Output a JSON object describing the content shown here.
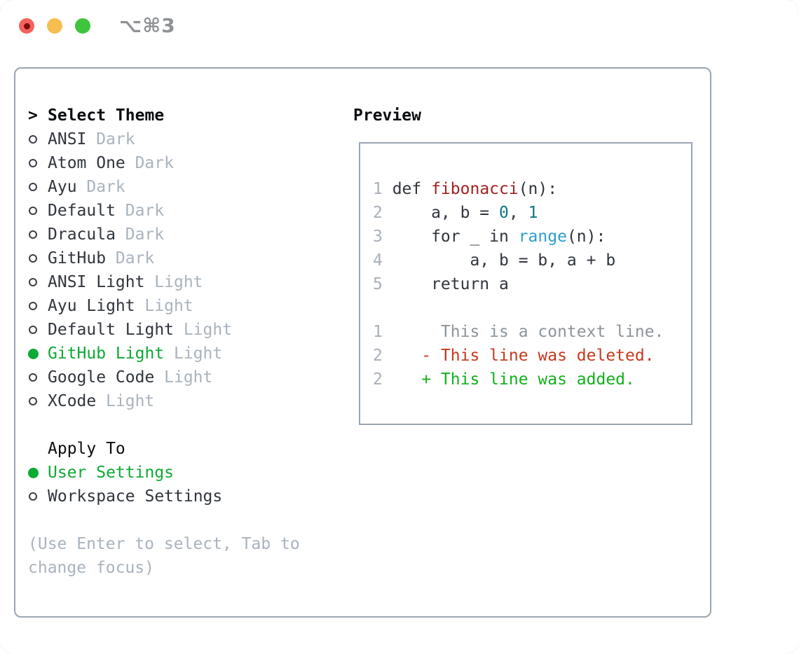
{
  "colors": {
    "accent-green": "#0caa33",
    "added-green": "#12b11b",
    "deleted-red": "#c43a1d",
    "func-red": "#a32122",
    "number-teal": "#0d7680",
    "builtin-blue": "#2a9fcd",
    "text-dark": "#30353c",
    "text-header": "#0b0d10",
    "muted-gray": "#a9b3be",
    "context-gray": "#8d949c",
    "line-number-gray": "#a7b0bb",
    "panel-border": "#9aa5b1",
    "traffic-red": "#f4615b",
    "traffic-red-dot": "#7b0f08",
    "traffic-yellow": "#f6bd4f",
    "traffic-green": "#3ec43d",
    "shortcut-gray": "#8f9296"
  },
  "titlebar": {
    "shortcut": "⌥⌘3"
  },
  "theme_menu": {
    "title_prefix": ">",
    "title": "Select Theme",
    "items": [
      {
        "name": "ANSI",
        "variant": "Dark",
        "selected": false
      },
      {
        "name": "Atom One",
        "variant": "Dark",
        "selected": false
      },
      {
        "name": "Ayu",
        "variant": "Dark",
        "selected": false
      },
      {
        "name": "Default",
        "variant": "Dark",
        "selected": false
      },
      {
        "name": "Dracula",
        "variant": "Dark",
        "selected": false
      },
      {
        "name": "GitHub",
        "variant": "Dark",
        "selected": false
      },
      {
        "name": "ANSI Light",
        "variant": "Light",
        "selected": false
      },
      {
        "name": "Ayu Light",
        "variant": "Light",
        "selected": false
      },
      {
        "name": "Default Light",
        "variant": "Light",
        "selected": false
      },
      {
        "name": "GitHub Light",
        "variant": "Light",
        "selected": true
      },
      {
        "name": "Google Code",
        "variant": "Light",
        "selected": false
      },
      {
        "name": "XCode",
        "variant": "Light",
        "selected": false
      }
    ]
  },
  "apply_to": {
    "title": "Apply To",
    "options": [
      {
        "label": "User Settings",
        "selected": true
      },
      {
        "label": "Workspace Settings",
        "selected": false
      }
    ]
  },
  "hint": {
    "line1": "(Use Enter to select, Tab to",
    "line2": "change focus)"
  },
  "preview": {
    "title": "Preview",
    "code_lines": [
      {
        "num": "1",
        "segments": [
          {
            "text": "def ",
            "style": "code"
          },
          {
            "text": "fibonacci",
            "style": "func"
          },
          {
            "text": "(n):",
            "style": "code"
          }
        ]
      },
      {
        "num": "2",
        "segments": [
          {
            "text": "    a, b = ",
            "style": "code"
          },
          {
            "text": "0",
            "style": "num"
          },
          {
            "text": ", ",
            "style": "code"
          },
          {
            "text": "1",
            "style": "num"
          }
        ]
      },
      {
        "num": "3",
        "segments": [
          {
            "text": "    for _ in ",
            "style": "code"
          },
          {
            "text": "range",
            "style": "builtin"
          },
          {
            "text": "(n):",
            "style": "code"
          }
        ]
      },
      {
        "num": "4",
        "segments": [
          {
            "text": "        a, b = b, a + b",
            "style": "code"
          }
        ]
      },
      {
        "num": "5",
        "segments": [
          {
            "text": "    return a",
            "style": "code"
          }
        ]
      },
      {
        "num": "",
        "segments": []
      },
      {
        "num": "1",
        "segments": [
          {
            "text": "     This is a context line.",
            "style": "context"
          }
        ]
      },
      {
        "num": "2",
        "segments": [
          {
            "text": "   - This line was deleted.",
            "style": "deleted"
          }
        ]
      },
      {
        "num": "2",
        "segments": [
          {
            "text": "   + This line was added.",
            "style": "added"
          }
        ]
      }
    ]
  }
}
